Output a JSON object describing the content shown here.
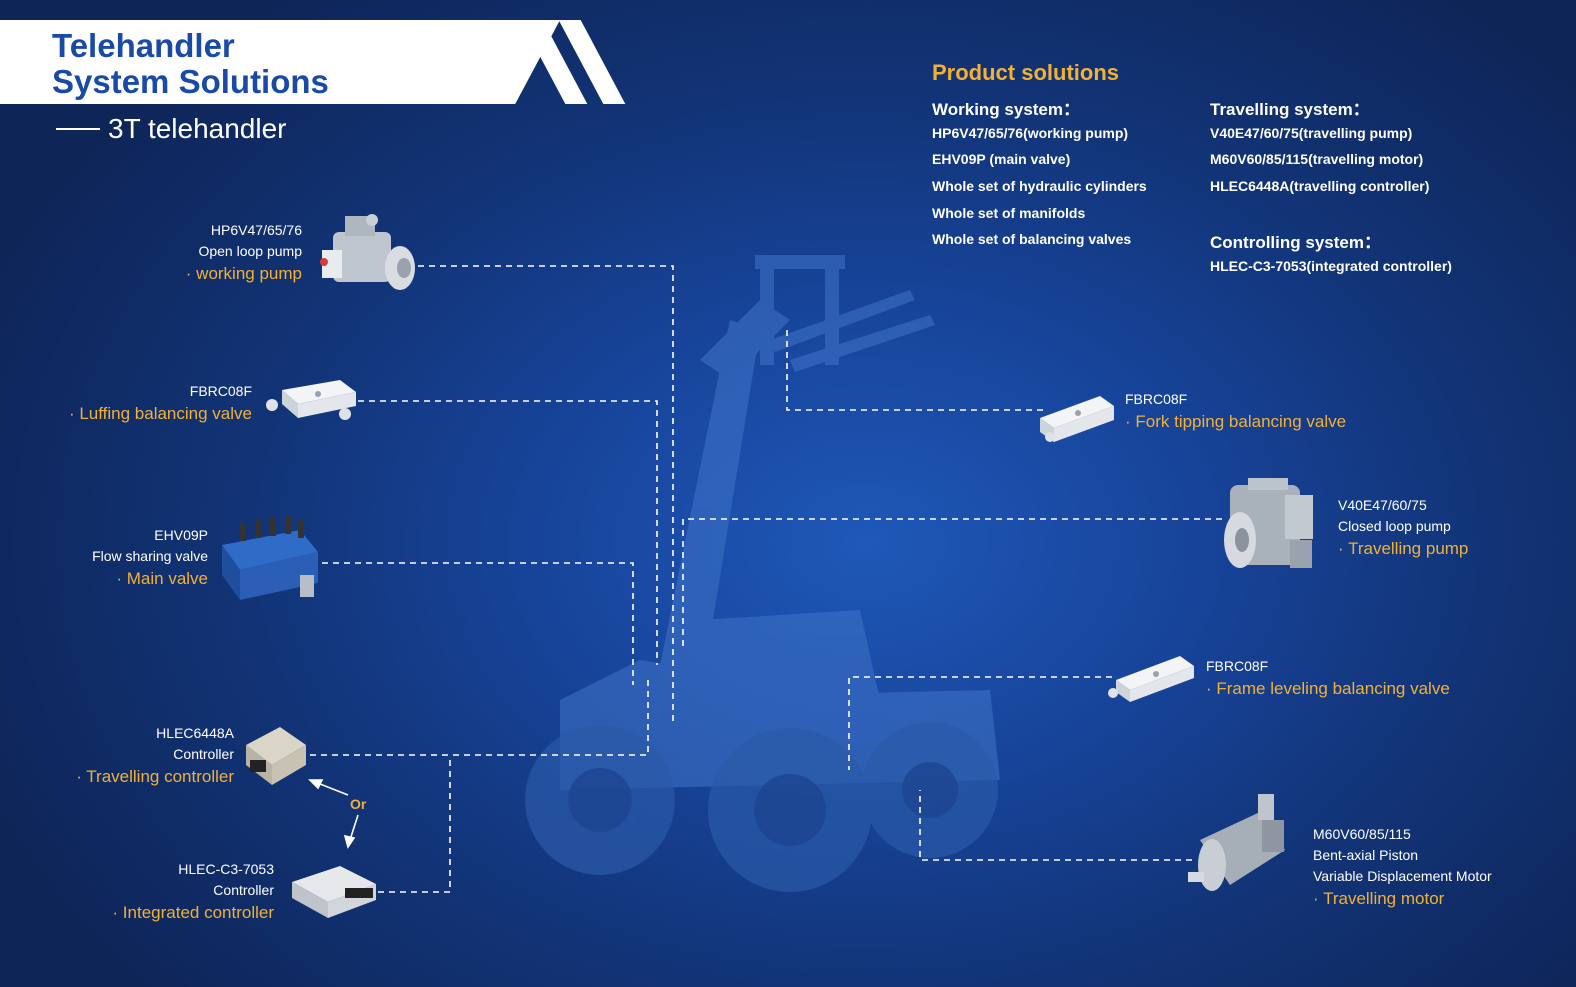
{
  "header": {
    "title_line1": "Telehandler",
    "title_line2": "System Solutions",
    "subtitle": "3T telehandler"
  },
  "colors": {
    "accent": "#f2b135",
    "title_blue": "#1a4aa8",
    "background": "#153c8a",
    "dash_line": "#ffffff"
  },
  "product_solutions": {
    "title": "Product solutions",
    "working": {
      "heading": "Working system：",
      "items": [
        "HP6V47/65/76(working  pump)",
        "EHV09P (main valve)",
        "Whole set of hydraulic cylinders",
        "Whole set of manifolds",
        "Whole set of balancing valves"
      ]
    },
    "travelling": {
      "heading": "Travelling system：",
      "items": [
        "V40E47/60/75(travelling pump)",
        "M60V60/85/115(travelling motor)",
        "HLEC6448A(travelling controller)"
      ]
    },
    "controlling": {
      "heading": "Controlling system：",
      "items": [
        "HLEC-C3-7053(integrated controller)"
      ]
    }
  },
  "components": {
    "working_pump": {
      "model": "HP6V47/65/76",
      "desc": "Open loop pump",
      "function": "· working  pump",
      "icon": "piston-pump-icon"
    },
    "luffing_valve": {
      "model": "FBRC08F",
      "function": "· Luffing balancing valve",
      "icon": "balancing-valve-icon"
    },
    "main_valve": {
      "model": "EHV09P",
      "desc": "Flow sharing valve",
      "function": "· Main valve",
      "icon": "multi-way-valve-icon"
    },
    "travelling_controller": {
      "model": "HLEC6448A",
      "desc": "Controller",
      "function": "· Travelling controller",
      "icon": "controller-icon"
    },
    "or_label": "Or",
    "integrated_controller": {
      "model": "HLEC-C3-7053",
      "desc": "Controller",
      "function": "· Integrated controller",
      "icon": "controller-icon"
    },
    "fork_valve": {
      "model": "FBRC08F",
      "function": "· Fork tipping  balancing valve",
      "icon": "balancing-valve-icon"
    },
    "travelling_pump": {
      "model": "V40E47/60/75",
      "desc": "Closed loop pump",
      "function": "· Travelling pump",
      "icon": "closed-loop-pump-icon"
    },
    "frame_valve": {
      "model": "FBRC08F",
      "function": "· Frame leveling balancing valve",
      "icon": "balancing-valve-icon"
    },
    "travelling_motor": {
      "model": "M60V60/85/115",
      "desc1": "Bent-axial Piston",
      "desc2": "Variable Displacement Motor",
      "function": "· Travelling motor",
      "icon": "piston-motor-icon"
    }
  }
}
